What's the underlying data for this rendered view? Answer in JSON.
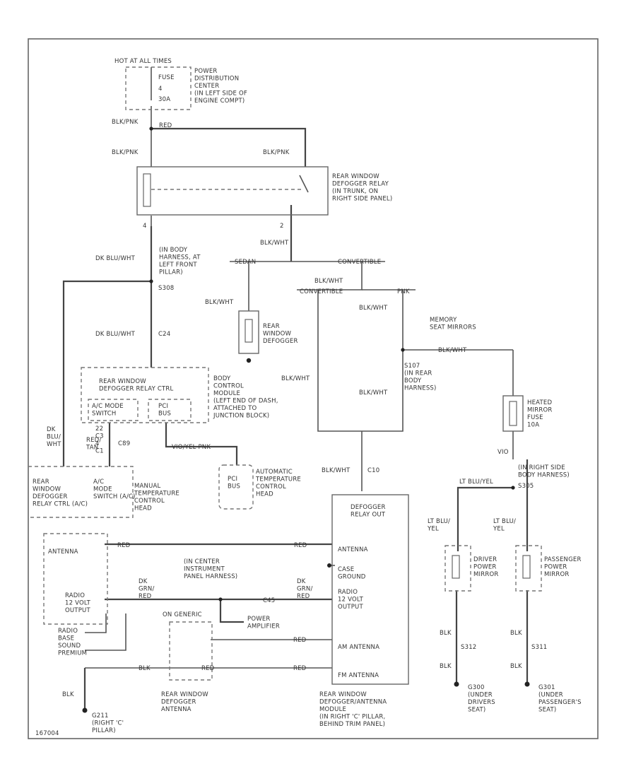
{
  "colors": {
    "red_wire": "#c8607a",
    "blue_wire": "#8090e0",
    "orange_wire": "#f0a070",
    "pink_wire": "#e070e0",
    "lt_blu_yel_wire": "#a0e0b0",
    "cyan_wire": "#70e0f0",
    "olive_wire": "#b8b070",
    "green_wire": "#3a8a3a"
  },
  "labels": {
    "hot_at_all_times": "HOT AT ALL TIMES",
    "fuse": "FUSE",
    "fuse_num": "4",
    "fuse_amp": "30A",
    "pdc": [
      "POWER",
      "DISTRIBUTION",
      "CENTER",
      "(IN LEFT SIDE OF",
      "ENGINE COMPT)"
    ],
    "blk_pnk_top": "BLK/PNK",
    "red_top": "RED",
    "blk_pnk_left": "BLK/PNK",
    "blk_pnk_right": "BLK/PNK",
    "relay": [
      "REAR WINDOW",
      "DEFOGGER RELAY",
      "(IN TRUNK, ON",
      "RIGHT SIDE PANEL)"
    ],
    "pin4": "4",
    "pin2": "2",
    "blk_wht_a": "BLK/WHT",
    "sedan": "SEDAN",
    "convertible": "CONVERTIBLE",
    "blk_wht_b": "BLK/WHT",
    "convertible2": "CONVERTIBLE",
    "pnk": "PNK",
    "blk_wht_c": "BLK/WHT",
    "blk_wht_d": "BLK/WHT",
    "dk_blu_wht_a": "DK BLU/WHT",
    "body_harness": [
      "(IN BODY",
      "HARNESS, AT",
      "LEFT FRONT",
      "PILLAR)"
    ],
    "s308": "S308",
    "dk_blu_wht_b": "DK BLU/WHT",
    "c24": "C24",
    "rear_window_defogger": [
      "REAR",
      "WINDOW",
      "DEFOGGER"
    ],
    "memory_seat": [
      "MEMORY",
      "SEAT MIRRORS"
    ],
    "blk_wht_e": "BLK/WHT",
    "s107": [
      "S107",
      "(IN REAR",
      "BODY",
      "HARNESS)"
    ],
    "blk_wht_f": "BLK/WHT",
    "blk_wht_g": "BLK/WHT",
    "bcm_inner": [
      "REAR WINDOW",
      "DEFOGGER RELAY CTRL"
    ],
    "ac_mode": [
      "A/C MODE",
      "SWITCH"
    ],
    "pci_bus": [
      "PCI",
      "BUS"
    ],
    "bcm_outer": [
      "BODY",
      "CONTROL",
      "MODULE",
      "(LEFT END OF DASH,",
      "ATTACHED TO",
      "JUNCTION BLOCK)"
    ],
    "pins_c3": [
      "22",
      "C3",
      "4",
      "C1"
    ],
    "dk_blu_wht_c": [
      "DK",
      "BLU/",
      "WHT"
    ],
    "red_tan": [
      "RED/",
      "TAN"
    ],
    "c89": "C89",
    "vio_yel_pnk": "VIO/YEL  PNK",
    "manual_temp": [
      "MANUAL",
      "TEMPERATURE",
      "CONTROL",
      "HEAD"
    ],
    "auto_temp": [
      "AUTOMATIC",
      "TEMPERATURE",
      "CONTROL",
      "HEAD"
    ],
    "pci_bus_box": [
      "PCI",
      "BUS"
    ],
    "rear_window_ctrl": [
      "REAR",
      "WINDOW",
      "DEFOGGER",
      "RELAY CTRL (A/C)"
    ],
    "ac_mode_switch": [
      "A/C",
      "MODE",
      "SWITCH (A/C)"
    ],
    "blk_wht_c10": "BLK/WHT",
    "c10": "C10",
    "heated_mirror": [
      "HEATED",
      "MIRROR",
      "FUSE",
      "10A"
    ],
    "vio": "VIO",
    "right_side_body": [
      "(IN RIGHT SIDE",
      "BODY HARNESS)"
    ],
    "s305": "S305",
    "lt_blu_yel_a": "LT BLU/YEL",
    "lt_blu_yel_b": [
      "LT BLU/",
      "YEL"
    ],
    "lt_blu_yel_c": [
      "LT BLU/",
      "YEL"
    ],
    "driver_mirror": [
      "DRIVER",
      "POWER",
      "MIRROR"
    ],
    "passenger_mirror": [
      "PASSENGER",
      "POWER",
      "MIRROR"
    ],
    "defogger_relay_out": [
      "DEFOGGER",
      "RELAY OUT"
    ],
    "antenna_pin": "ANTENNA",
    "case_ground": [
      "CASE",
      "GROUND"
    ],
    "radio_12v": [
      "RADIO",
      "12 VOLT",
      "OUTPUT"
    ],
    "am_antenna": "AM ANTENNA",
    "fm_antenna": "FM ANTENNA",
    "antenna": "ANTENNA",
    "red_a": "RED",
    "red_b": "RED",
    "center_ip": [
      "(IN CENTER",
      "INSTRUMENT",
      "PANEL HARNESS)"
    ],
    "dk_grn_red_a": [
      "DK",
      "GRN/",
      "RED"
    ],
    "dk_grn_red_b": [
      "DK",
      "GRN/",
      "RED"
    ],
    "c45": "C45",
    "radio_left": [
      "RADIO",
      "12 VOLT",
      "OUTPUT"
    ],
    "radio_base": [
      "RADIO",
      "BASE",
      "SOUND",
      "PREMIUM"
    ],
    "power_amp": [
      "POWER",
      "AMPLIFIER"
    ],
    "on_generic": "ON GENERIC",
    "red_c": "RED",
    "blk": "BLK",
    "red_d": "RED",
    "red_e": "RED",
    "blk_g": "BLK",
    "g211": [
      "G211",
      "(RIGHT 'C'",
      "PILLAR)"
    ],
    "rear_window_antenna": [
      "REAR WINDOW",
      "DEFOGGER",
      "ANTENNA"
    ],
    "module": [
      "REAR WINDOW",
      "DEFOGGER/ANTENNA",
      "MODULE",
      "(IN RIGHT 'C' PILLAR,",
      "BEHIND TRIM PANEL)"
    ],
    "blk_e": "BLK",
    "s312": "S312",
    "blk_f": "BLK",
    "g300": [
      "G300",
      "(UNDER",
      "DRIVERS",
      "SEAT)"
    ],
    "blk_h": "BLK",
    "s311": "S311",
    "blk_i": "BLK",
    "g301": [
      "G301",
      "(UNDER",
      "PASSENGER'S",
      "SEAT)"
    ],
    "figure_id": "167004"
  }
}
